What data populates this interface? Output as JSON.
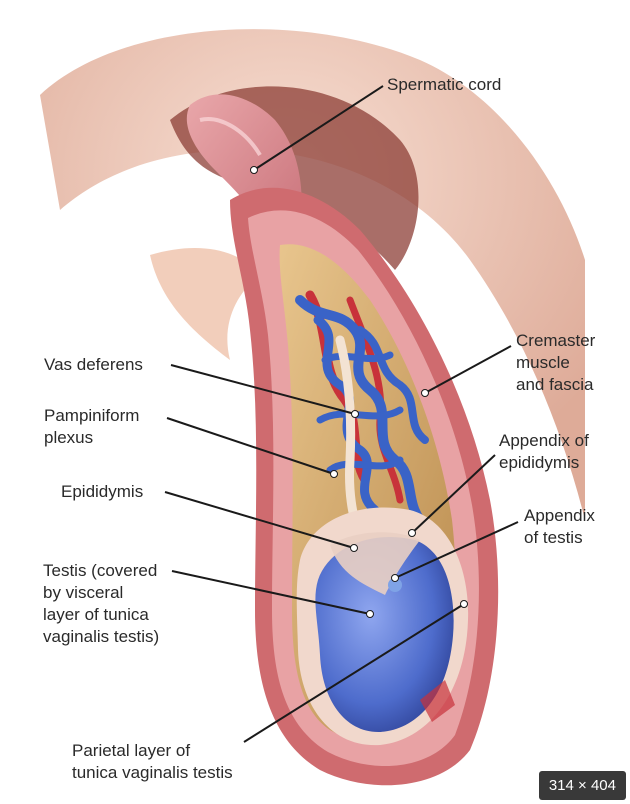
{
  "labels": {
    "spermatic_cord": "Spermatic cord",
    "cremaster": "Cremaster\nmuscle\nand fascia",
    "vas_deferens": "Vas deferens",
    "pampiniform": "Pampiniform\nplexus",
    "appendix_epididymis": "Appendix of\nepididymis",
    "epididymis": "Epididymis",
    "appendix_testis": "Appendix\nof testis",
    "testis": "Testis (covered\nby visceral\nlayer of tunica\nvaginalis testis)",
    "parietal": "Parietal layer of\ntunica vaginalis testis"
  },
  "badge": "314 × 404",
  "colors": {
    "skin": "#e8b9a6",
    "cord": "#d98a8f",
    "vein": "#3a63c7",
    "artery": "#c8323a",
    "testis": "#5a78d8",
    "fascia": "#c75b5f",
    "fat": "#d9b070",
    "leader": "#1a1a1a"
  }
}
